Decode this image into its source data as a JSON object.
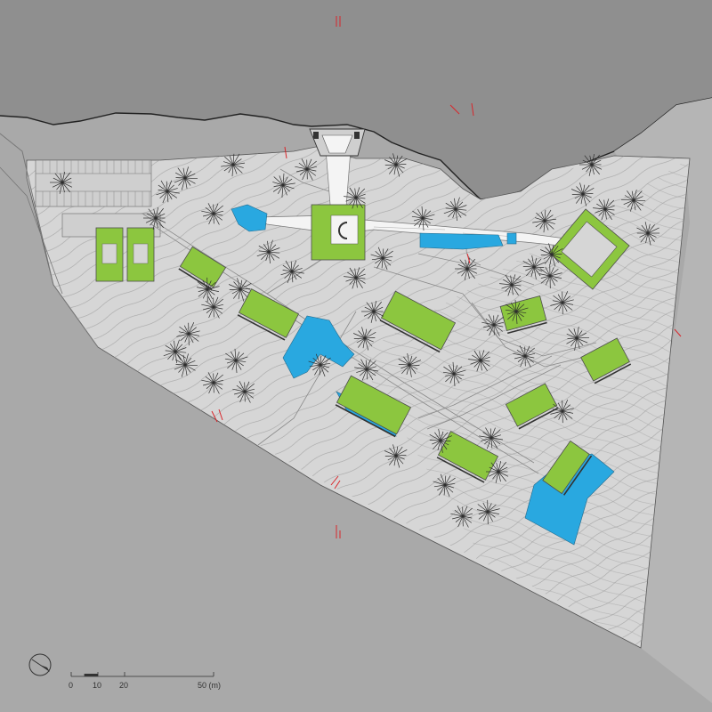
{
  "scale_bar": {
    "ticks": [
      "0",
      "10",
      "20",
      "50 (m)"
    ]
  },
  "north_arrow": {
    "icon": "north-arrow-icon"
  },
  "colors": {
    "background": "#a9a9a9",
    "sea": "#8f8f8f",
    "site": "#d6d6d6",
    "green_roof": "#8cc63f",
    "pool_water": "#29a8e0",
    "path": "#f4f4f4",
    "accent_red": "#d9262b"
  },
  "counts": {
    "residential_units": 11,
    "pools": 7,
    "palm_trees": 56
  }
}
